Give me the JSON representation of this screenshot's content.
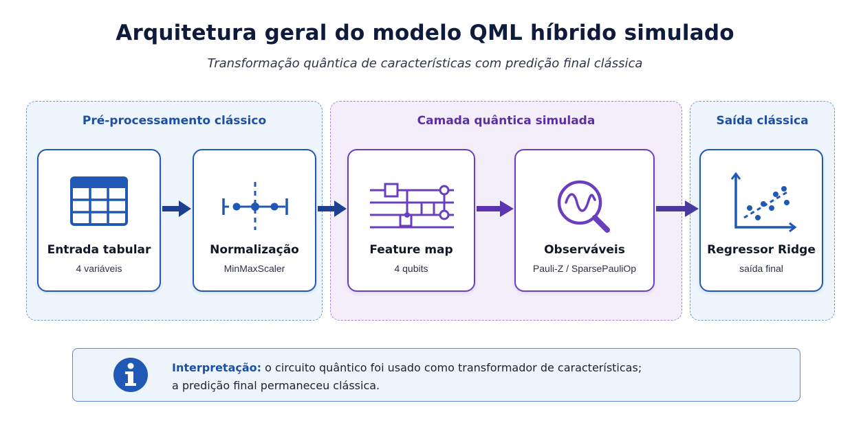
{
  "title": "Arquitetura geral do modelo QML híbrido simulado",
  "subtitle": "Transformação quântica de características com predição final clássica",
  "sections": {
    "preprocessing": "Pré-processamento clássico",
    "quantum": "Camada quântica simulada",
    "output": "Saída clássica"
  },
  "cards": [
    {
      "title": "Entrada tabular",
      "subtitle": "4 variáveis",
      "icon": "table-icon"
    },
    {
      "title": "Normalização",
      "subtitle": "MinMaxScaler",
      "icon": "scaler-icon"
    },
    {
      "title": "Feature map",
      "subtitle": "4 qubits",
      "icon": "quantum-circuit-icon"
    },
    {
      "title": "Observáveis",
      "subtitle": "Pauli-Z / SparsePauliOp",
      "icon": "magnifier-wave-icon"
    },
    {
      "title": "Regressor Ridge",
      "subtitle": "saída final",
      "icon": "scatter-regression-icon"
    }
  ],
  "note": {
    "label": "Interpretação:",
    "line1": "o circuito quântico foi usado como transformador de características;",
    "line2": "a predição final permaneceu clássica.",
    "icon": "info-icon"
  },
  "colors": {
    "blue": "#1f58b5",
    "purple": "#6a3fbe",
    "blue_bg": "#eef5fd",
    "purple_bg": "#f4eefb",
    "title": "#0f1b3d"
  }
}
